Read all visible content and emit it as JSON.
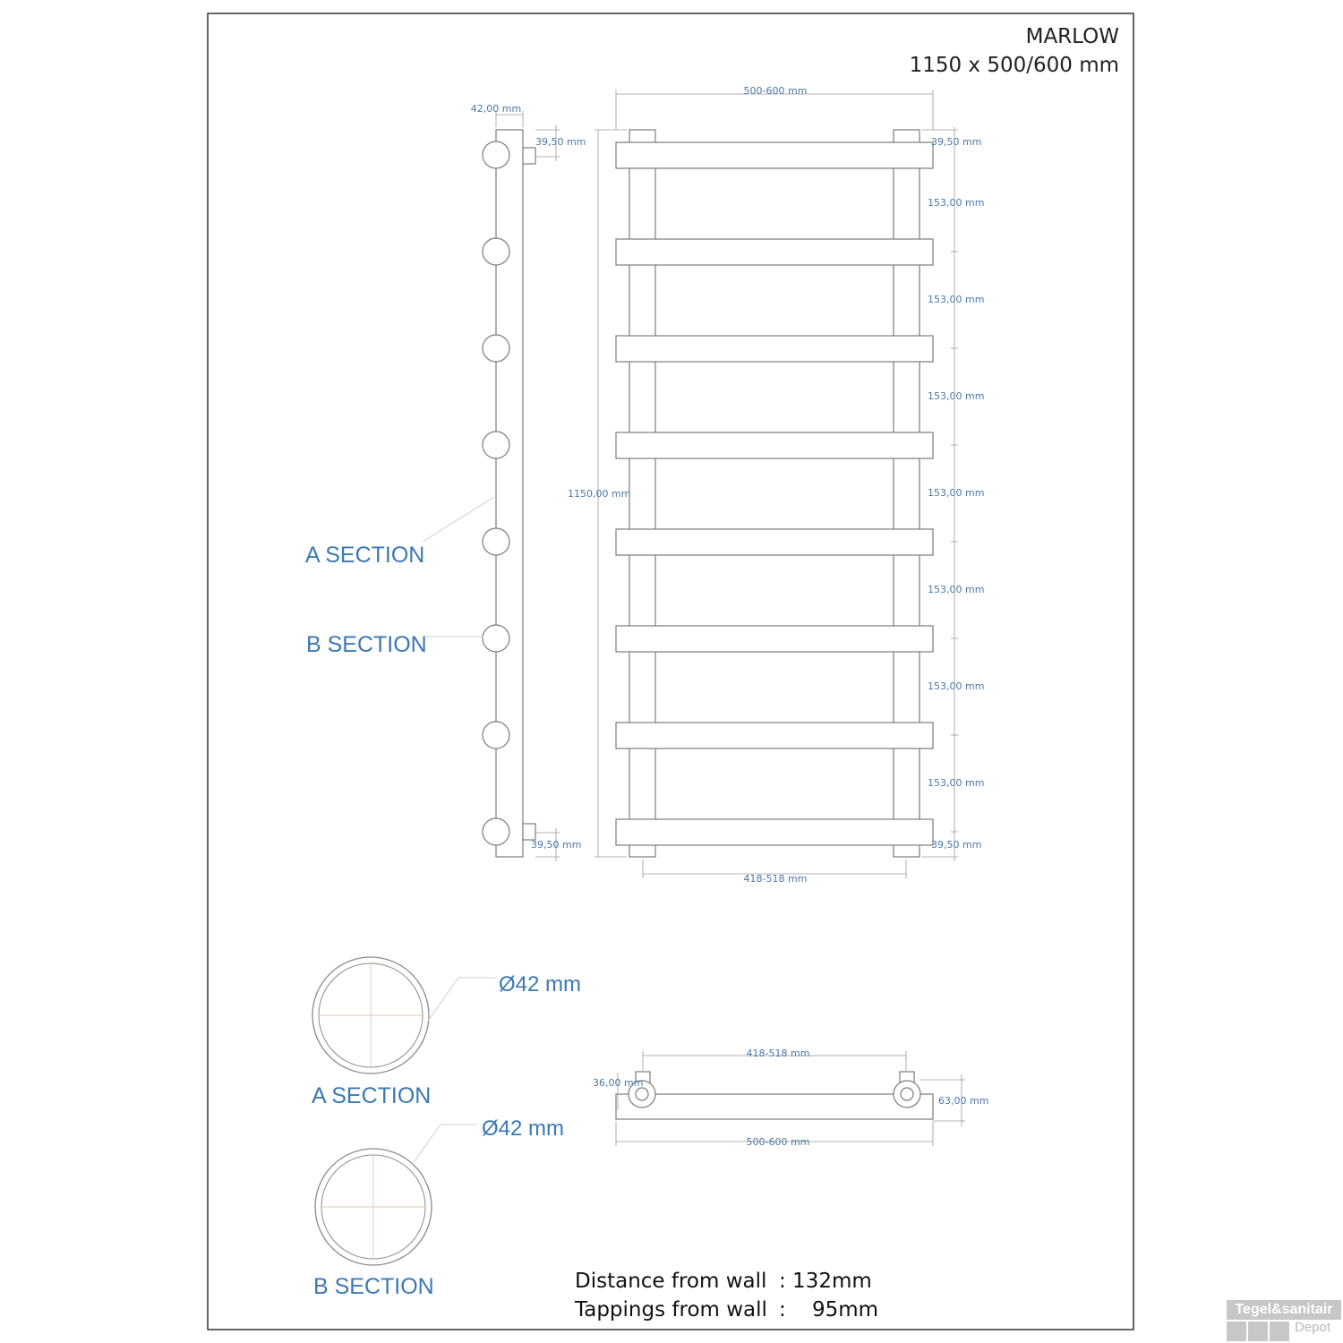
{
  "title": {
    "name": "MARLOW",
    "size": "1150 x 500/600 mm"
  },
  "front": {
    "top_width": "500-600 mm",
    "bottom_width": "418-518 mm",
    "height": "1150,00 mm",
    "top_offset": "39,50 mm",
    "bottom_offset": "39,50 mm",
    "spacing": [
      "153,00 mm",
      "153,00 mm",
      "153,00 mm",
      "153,00 mm",
      "153,00 mm",
      "153,00 mm",
      "153,00 mm"
    ]
  },
  "side": {
    "depth": "42,00 mm",
    "top_offset": "39,50 mm",
    "bottom_offset": "39,50 mm",
    "a_section_label": "A SECTION",
    "b_section_label": "B SECTION"
  },
  "sections": {
    "a": {
      "diameter": "Ø42 mm",
      "label": "A SECTION"
    },
    "b": {
      "diameter": "Ø42 mm",
      "label": "B SECTION"
    }
  },
  "plan": {
    "top_width": "418-518 mm",
    "bottom_width": "500-600 mm",
    "left_dim": "36,00 mm",
    "right_dim": "63,00 mm"
  },
  "notes": {
    "wall_label": "Distance from wall",
    "wall_value": ": 132mm",
    "tappings_label": "Tappings from wall",
    "tappings_value": ":    95mm"
  },
  "logo": {
    "brand": "Tegel&sanitair",
    "sub": "Depot"
  }
}
